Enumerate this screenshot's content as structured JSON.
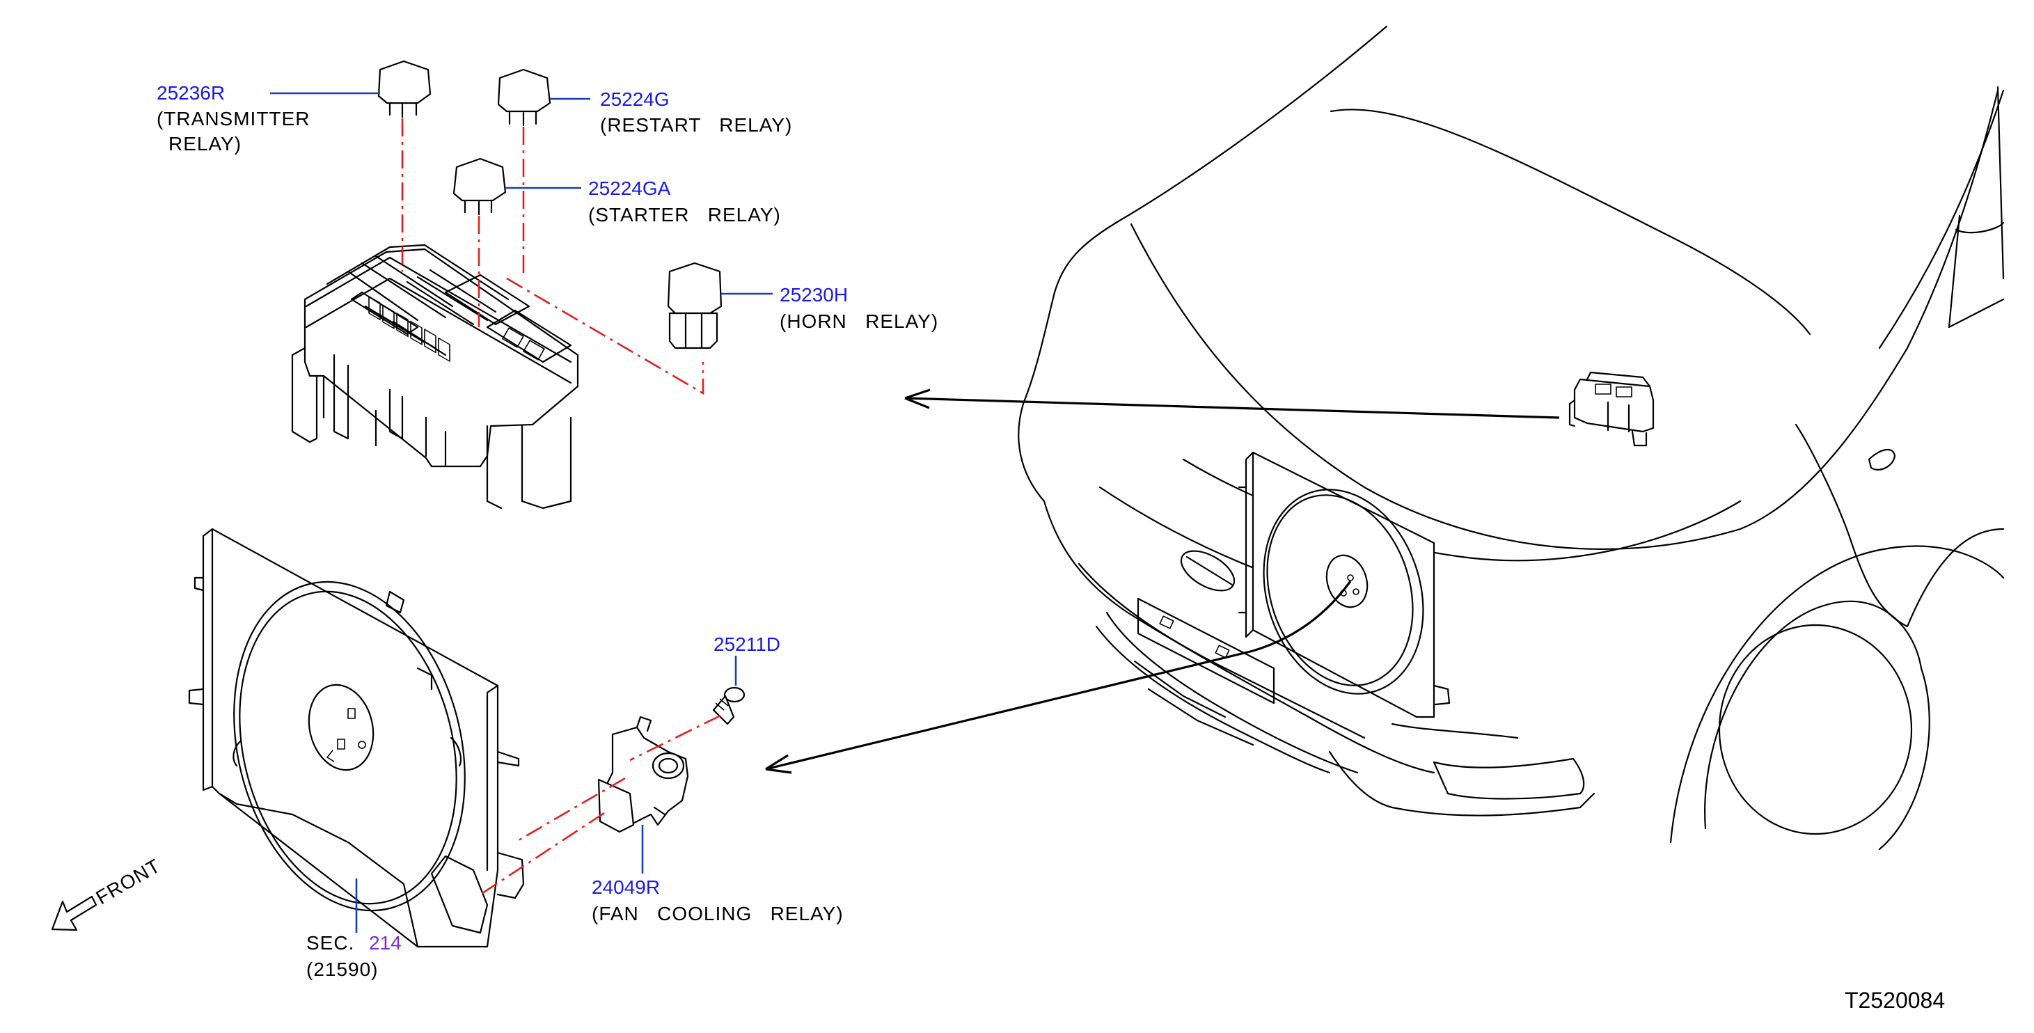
{
  "diagram_code": "T2520084",
  "front_label": "FRONT",
  "callouts": [
    {
      "part_no": "25236R",
      "desc_line1": "(TRANSMITTER",
      "desc_line2": "RELAY)"
    },
    {
      "part_no": "25224G",
      "desc_line1": "(RESTART   RELAY)"
    },
    {
      "part_no": "25224GA",
      "desc_line1": "(STARTER   RELAY)"
    },
    {
      "part_no": "25230H",
      "desc_line1": "(HORN   RELAY)"
    },
    {
      "part_no": "25211D"
    },
    {
      "part_no": "24049R",
      "desc_line1": "(FAN   COOLING   RELAY)"
    },
    {
      "prefix": "SEC.",
      "section_no": "214",
      "desc_line1": "(21590)"
    }
  ],
  "colors": {
    "part_number": "#1a1ae6",
    "section_ref": "#7b2ad6",
    "leader": "#1a3fb0",
    "assembly_line": "#e02020",
    "drawing": "#000000"
  }
}
